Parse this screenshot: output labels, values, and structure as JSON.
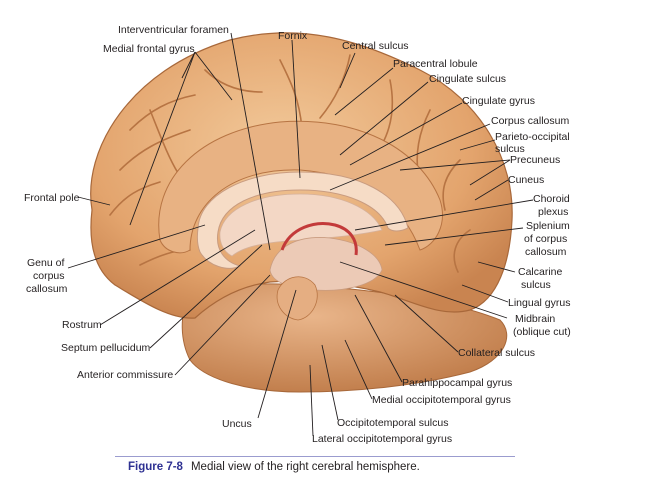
{
  "labels": {
    "interventricular_foramen": "Interventricular foramen",
    "fornix": "Fornix",
    "central_sulcus": "Central sulcus",
    "medial_frontal_gyrus": "Medial frontal gyrus",
    "paracentral_lobule": "Paracentral lobule",
    "cingulate_sulcus": "Cingulate sulcus",
    "cingulate_gyrus": "Cingulate gyrus",
    "corpus_callosum": "Corpus callosum",
    "parieto_occipital_1": "Parieto-occipital",
    "parieto_occipital_2": "sulcus",
    "precuneus": "Precuneus",
    "frontal_pole": "Frontal pole",
    "cuneus": "Cuneus",
    "choroid_1": "Choroid",
    "choroid_2": "plexus",
    "splenium_1": "Splenium",
    "splenium_2": "of corpus",
    "splenium_3": "callosum",
    "genu_1": "Genu of",
    "genu_2": "corpus",
    "genu_3": "callosum",
    "calcarine_1": "Calcarine",
    "calcarine_2": "sulcus",
    "lingual_gyrus": "Lingual gyrus",
    "midbrain_1": "Midbrain",
    "midbrain_2": "(oblique cut)",
    "rostrum": "Rostrum",
    "collateral_sulcus": "Collateral sulcus",
    "septum_pellucidum": "Septum pellucidum",
    "anterior_commissure": "Anterior commissure",
    "parahippocampal_gyrus": "Parahippocampal gyrus",
    "medial_occipitotemporal_gyrus": "Medial occipitotemporal gyrus",
    "uncus": "Uncus",
    "occipitotemporal_sulcus": "Occipitotemporal sulcus",
    "lateral_occipitotemporal_gyrus": "Lateral occipitotemporal gyrus"
  },
  "caption": {
    "figure_number": "Figure 7-8",
    "text": "Medial view of the right cerebral hemisphere."
  }
}
